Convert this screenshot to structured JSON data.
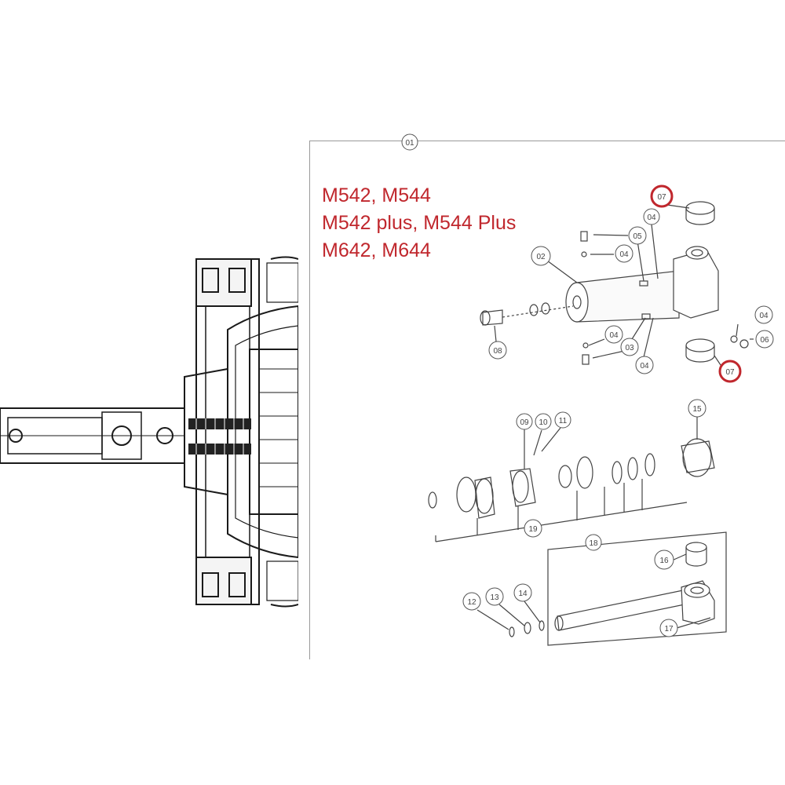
{
  "models": {
    "line1": "M542, M544",
    "line2": "M542 plus, M544 Plus",
    "line3": "M642, M644"
  },
  "highlight_color": "#c0272d",
  "callouts": {
    "c01": "01",
    "c02": "02",
    "c03": "03",
    "c04a": "04",
    "c04b": "04",
    "c04c": "04",
    "c04d": "04",
    "c04e": "04",
    "c05": "05",
    "c06": "06",
    "c07a": "07",
    "c07b": "07",
    "c08": "08",
    "c09": "09",
    "c10": "10",
    "c11": "11",
    "c12": "12",
    "c13": "13",
    "c14": "14",
    "c15": "15",
    "c16": "16",
    "c17": "17",
    "c18": "18",
    "c19": "19"
  }
}
